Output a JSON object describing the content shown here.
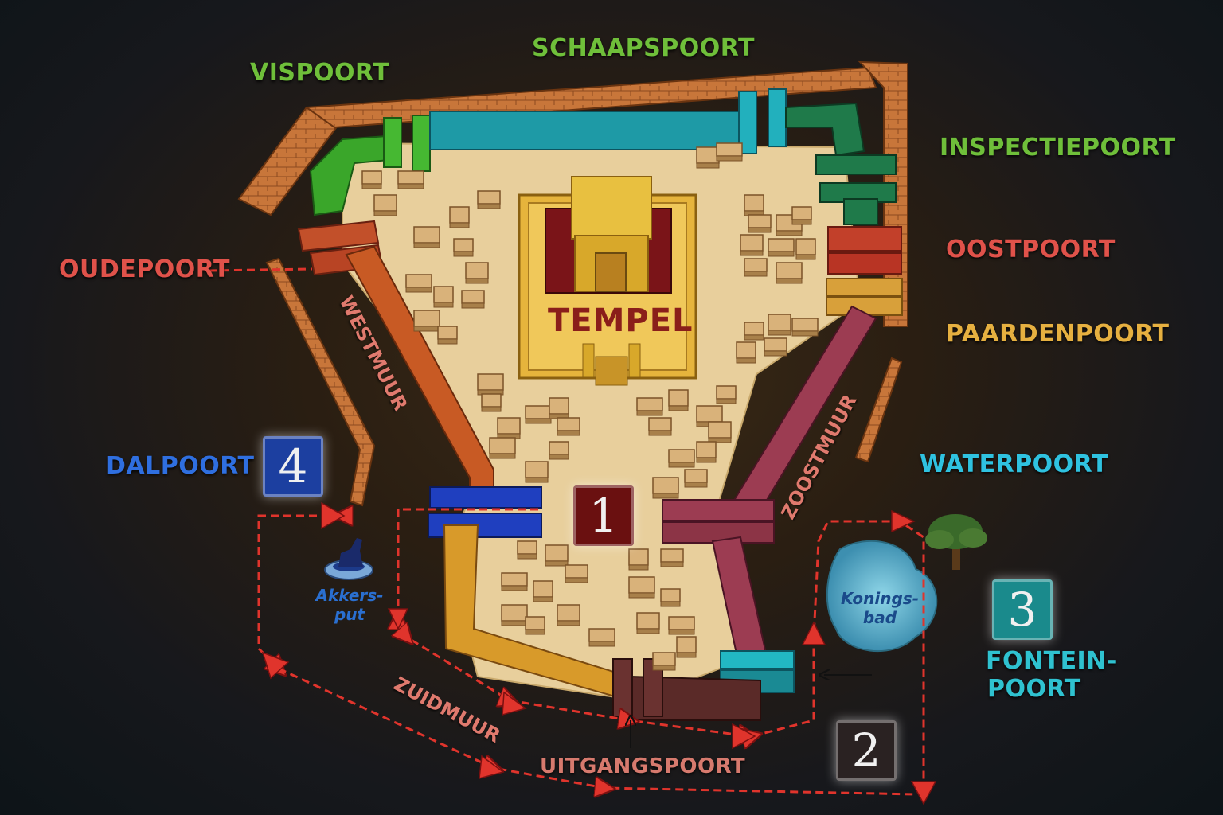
{
  "gates": {
    "vispoort": {
      "label": "VISPOORT",
      "color": "#6fbf3a"
    },
    "schaapspoort": {
      "label": "SCHAAPSPOORT",
      "color": "#6fbf3a"
    },
    "inspectiepoort": {
      "label": "INSPECTIEPOORT",
      "color": "#6fbf3a"
    },
    "oostpoort": {
      "label": "OOSTPOORT",
      "color": "#e0524a"
    },
    "paardenpoort": {
      "label": "PAARDENPOORT",
      "color": "#e6b040"
    },
    "oudepoort": {
      "label": "OUDEPOORT",
      "color": "#e0524a"
    },
    "dalpoort": {
      "label": "DALPOORT",
      "color": "#2f6fe0"
    },
    "waterpoort": {
      "label": "WATERPOORT",
      "color": "#2fc2e0"
    },
    "fonteinpoort": {
      "label_line1": "FONTEIN-",
      "label_line2": "POORT",
      "color": "#2fc2d0"
    },
    "uitgangspoort": {
      "label": "UITGANGSPOORT",
      "color": "#d77a6e"
    }
  },
  "walls": {
    "westmuur": "WESTMUUR",
    "zoostmuur": "ZOOSTMUUR",
    "zuidmuur": "ZUIDMUUR"
  },
  "places": {
    "tempel": "TEMPEL",
    "akkersput_line1": "Akkers-",
    "akkersput_line2": "put",
    "koningsbad_line1": "Konings-",
    "koningsbad_line2": "bad"
  },
  "markers": [
    {
      "number": "1",
      "color": "#6a1010"
    },
    {
      "number": "2",
      "color": "#2a2222"
    },
    {
      "number": "3",
      "color": "#1a8a8c"
    },
    {
      "number": "4",
      "color": "#1c3fa0"
    }
  ],
  "colors": {
    "route": "#e0342c",
    "ground": "#e8cf9c",
    "brick": "#c8763a"
  }
}
